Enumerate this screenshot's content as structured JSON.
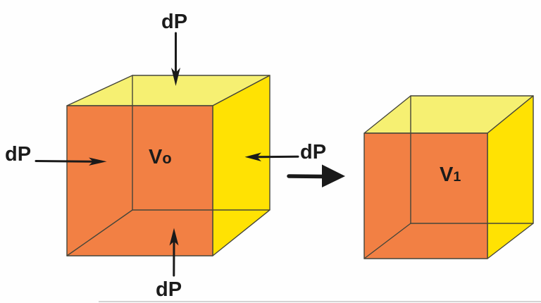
{
  "figure": {
    "description": "Bulk compression diagram: cube of initial volume Vo compressed by pressure dP on all sides becomes smaller volume V1",
    "background_color": "#fefefe",
    "labels": {
      "pressure_top": "dP",
      "pressure_left": "dP",
      "pressure_right": "dP",
      "pressure_bottom": "dP",
      "initial_volume": {
        "base": "V",
        "sub": "o"
      },
      "final_volume": {
        "base": "V",
        "sub": "1"
      }
    },
    "colors": {
      "cube_front": "#f28044",
      "cube_side": "#ffe203",
      "cube_top": "#f6f072",
      "edge": "#45453a",
      "arrow": "#1a1a1a",
      "text": "#1b1b1b"
    }
  }
}
